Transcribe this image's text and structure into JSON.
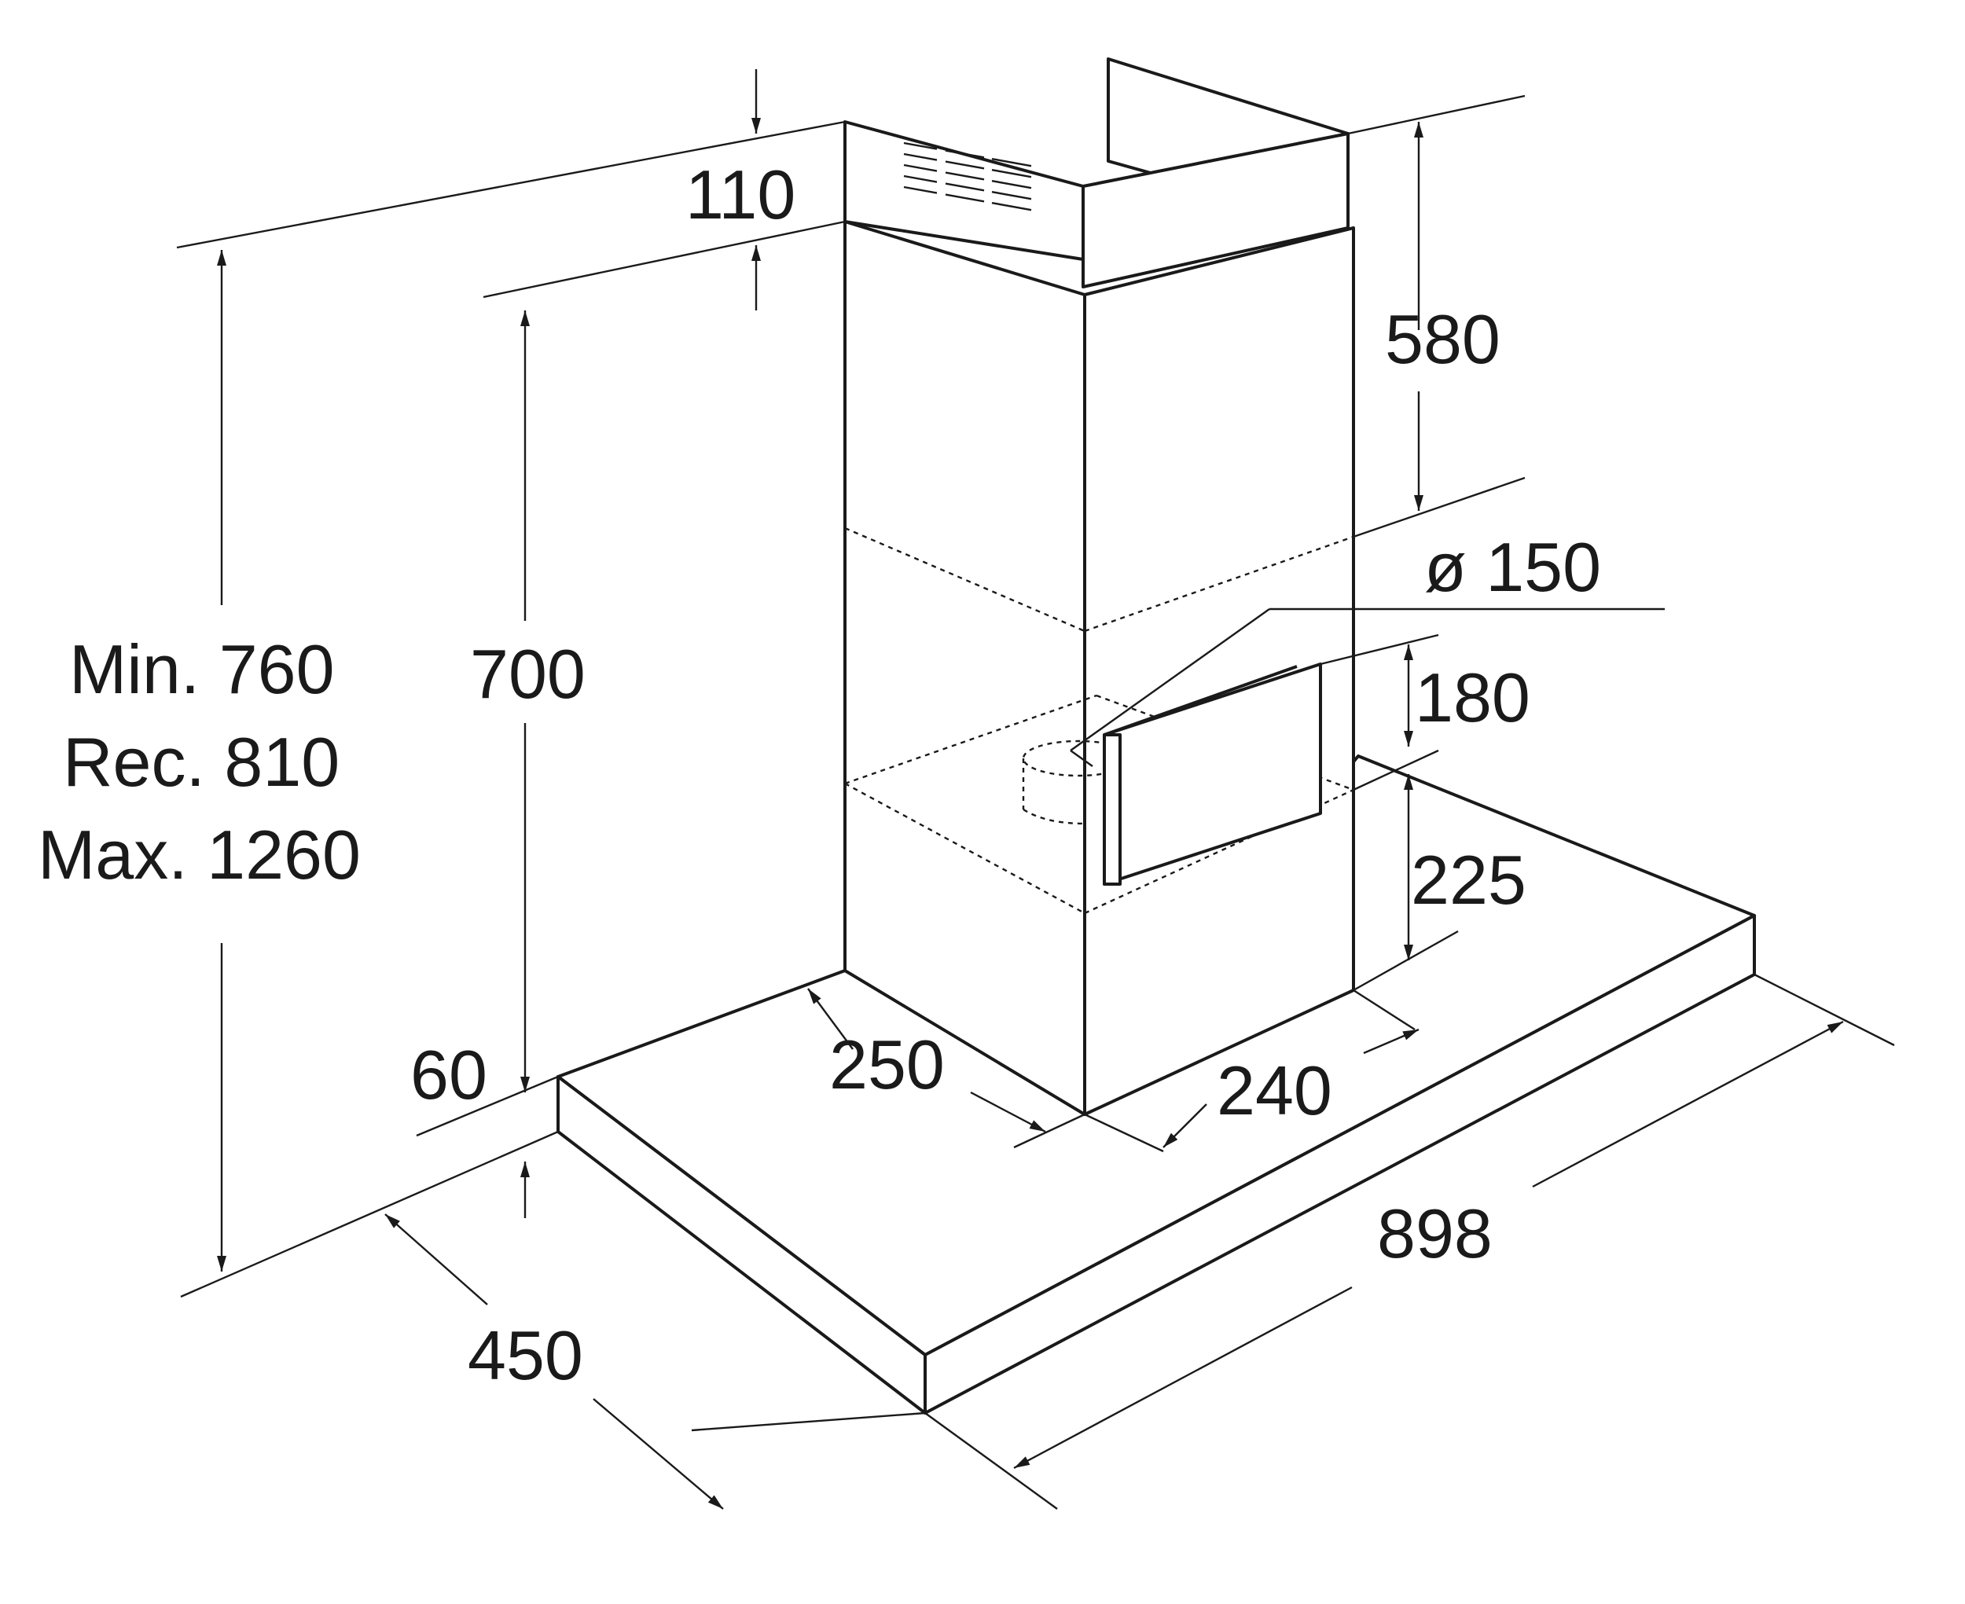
{
  "colors": {
    "line": "#1a1a1a",
    "background": "#ffffff"
  },
  "dimensions": {
    "top_cover": "110",
    "chimney_upper": "580",
    "diameter": "ø 150",
    "outlet": "180",
    "outlet_to_base": "225",
    "chimney_height": "700",
    "height_min": "Min. 760",
    "height_rec": "Rec. 810",
    "height_max": "Max. 1260",
    "canopy_thickness": "60",
    "chimney_depth": "250",
    "chimney_width": "240",
    "width": "898",
    "depth": "450"
  }
}
